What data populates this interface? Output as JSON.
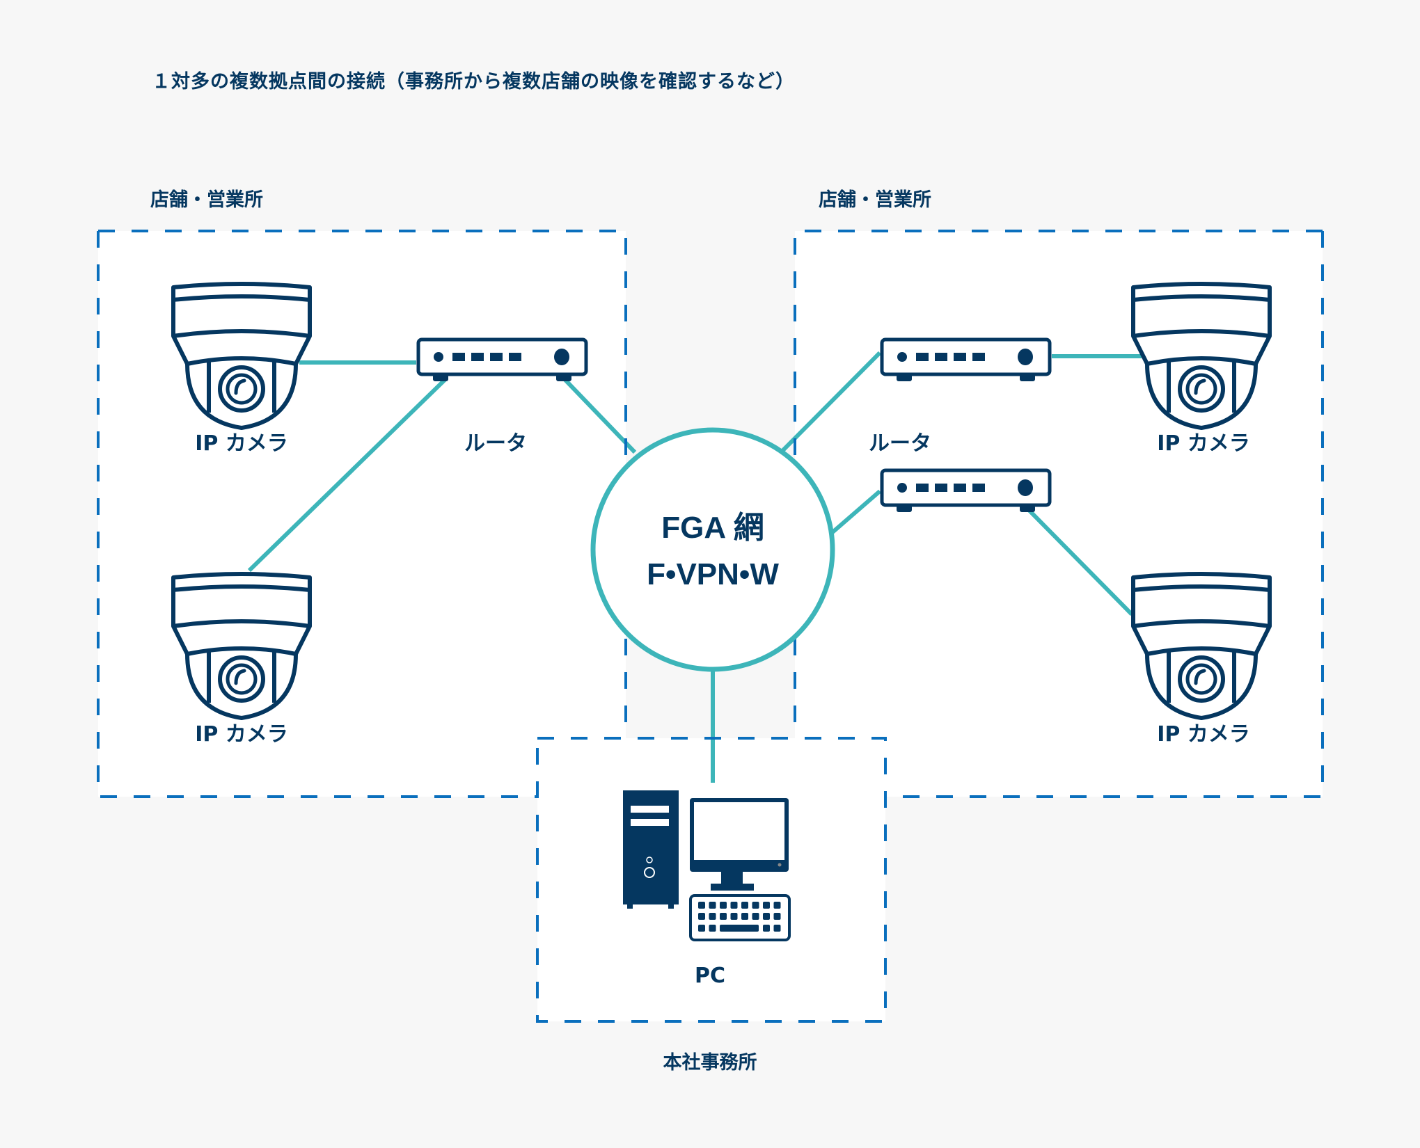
{
  "title": "１対多の複数拠点間の接続（事務所から複数店舗の映像を確認するなど）",
  "colors": {
    "background": "#f7f7f7",
    "navy": "#053760",
    "teal": "#3db5b9",
    "dash_blue": "#0a6fbd"
  },
  "sites": {
    "left": {
      "label": "店舗・営業所"
    },
    "right": {
      "label": "店舗・営業所"
    },
    "hq": {
      "label": "本社事務所"
    }
  },
  "network": {
    "line1": "FGA 網",
    "line2": "F•VPN•W"
  },
  "devices": {
    "left_camera_top": {
      "label": "IP カメラ",
      "icon": "ip-camera-icon"
    },
    "left_camera_bottom": {
      "label": "IP カメラ",
      "icon": "ip-camera-icon"
    },
    "left_router": {
      "label": "ルータ",
      "icon": "router-icon"
    },
    "right_router_top": {
      "label": "ルータ",
      "icon": "router-icon"
    },
    "right_router_bottom": {
      "icon": "router-icon"
    },
    "right_camera_top": {
      "label": "IP カメラ",
      "icon": "ip-camera-icon"
    },
    "right_camera_bottom": {
      "label": "IP カメラ",
      "icon": "ip-camera-icon"
    },
    "pc": {
      "label": "PC",
      "icon": "desktop-pc-icon"
    }
  },
  "connections": [
    {
      "from": "left_camera_top",
      "to": "left_router"
    },
    {
      "from": "left_camera_bottom",
      "to": "left_router"
    },
    {
      "from": "left_router",
      "to": "network"
    },
    {
      "from": "right_router_top",
      "to": "network"
    },
    {
      "from": "right_router_top",
      "to": "right_camera_top"
    },
    {
      "from": "right_router_bottom",
      "to": "network"
    },
    {
      "from": "right_router_bottom",
      "to": "right_camera_bottom"
    },
    {
      "from": "network",
      "to": "pc"
    }
  ]
}
